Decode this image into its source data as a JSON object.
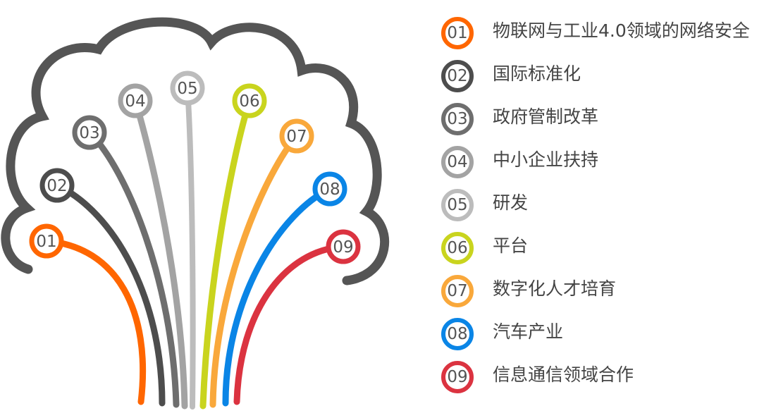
{
  "colors": {
    "cloud_outline": "#555555",
    "number_text": "#555555",
    "label_text": "#444444"
  },
  "items": [
    {
      "num": "01",
      "label": "物联网与工业4.0领域的网络安全",
      "color": "#FF6600"
    },
    {
      "num": "02",
      "label": "国际标准化",
      "color": "#4D4D4D"
    },
    {
      "num": "03",
      "label": "政府管制改革",
      "color": "#6E6E6E"
    },
    {
      "num": "04",
      "label": "中小企业扶持",
      "color": "#A3A3A3"
    },
    {
      "num": "05",
      "label": "研发",
      "color": "#BCBCBC"
    },
    {
      "num": "06",
      "label": "平台",
      "color": "#C9D41E"
    },
    {
      "num": "07",
      "label": "数字化人才培育",
      "color": "#F9A83B"
    },
    {
      "num": "08",
      "label": "汽车产业",
      "color": "#0A85E6"
    },
    {
      "num": "09",
      "label": "信息通信领域合作",
      "color": "#DB3340"
    }
  ]
}
